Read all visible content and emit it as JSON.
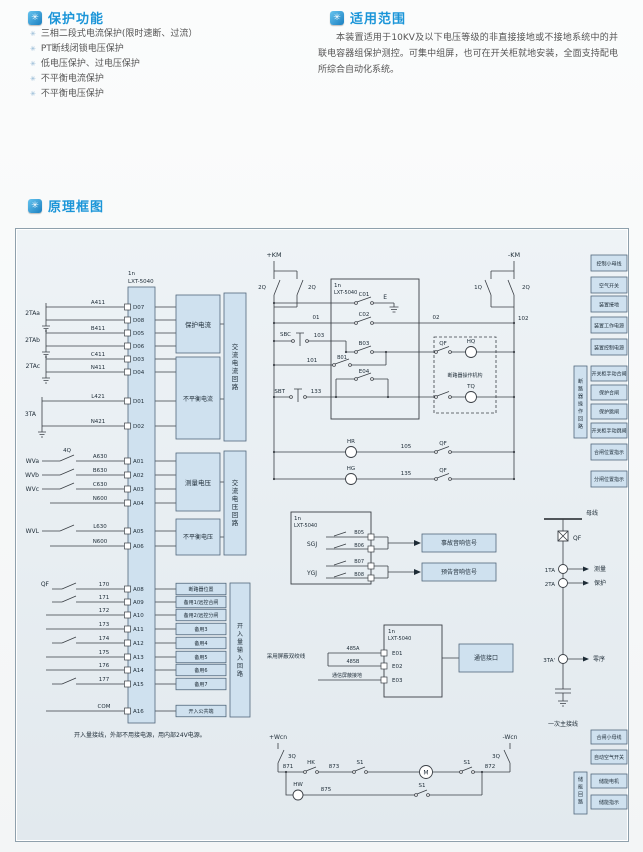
{
  "icons": {
    "section_glyph": "✳",
    "bullet_glyph": "✳"
  },
  "colors": {
    "accent": "#1b95d8",
    "block_fill": "#cfe1ef",
    "line": "#3a3f45"
  },
  "sections": {
    "protection": {
      "title": "保护功能",
      "items": [
        "三相二段式电流保护(限时速断、过流）",
        "PT断线闭锁电压保护",
        "低电压保护、过电压保护",
        "不平衡电流保护",
        "不平衡电压保护"
      ]
    },
    "scope": {
      "title": "适用范围",
      "body": "本装置适用于10KV及以下电压等级的非直接接地或不接地系统中的并联电容器组保护测控。可集中组屏，也可在开关柜就地安装，全面支持配电所综合自动化系统。"
    },
    "diagram": {
      "title": "原理框图"
    }
  },
  "diagram": {
    "device_n": "1n",
    "device_model": "LXT-5040",
    "ct": {
      "sources": [
        "2TAa",
        "2TAb",
        "2TAc",
        "3TA"
      ],
      "wires": [
        "A411",
        "B411",
        "C411",
        "N411",
        "L421",
        "N421"
      ],
      "pins": [
        "D07",
        "D08",
        "D05",
        "D06",
        "D03",
        "D04",
        "D01",
        "D02"
      ]
    },
    "vt": {
      "sources": [
        "WVa",
        "WVb",
        "WVc",
        "WVL"
      ],
      "switch": "4Q",
      "wires": [
        "A630",
        "B630",
        "C630",
        "N600",
        "L630",
        "N600"
      ],
      "pins": [
        "A01",
        "A02",
        "A03",
        "A04",
        "A05",
        "A06"
      ]
    },
    "blocks": {
      "protect_current": "保护电流",
      "unbalance_current": "不平衡电流",
      "ac_current_loop": "交流电流回路",
      "measure_voltage": "测量电压",
      "unbalance_voltage": "不平衡电压",
      "ac_voltage_loop": "交流电压回路",
      "binary_input_loop": "开入量输入回路"
    },
    "binary": {
      "qf": "QF",
      "wires": [
        "170",
        "171",
        "172",
        "173",
        "174",
        "175",
        "176",
        "177",
        "COM"
      ],
      "pins": [
        "A08",
        "A09",
        "A10",
        "A11",
        "A12",
        "A13",
        "A14",
        "A15",
        "A16"
      ],
      "labels": [
        "断路器位置",
        "备用1/远控合闸",
        "备用2/远控分闸",
        "备用3",
        "备用4",
        "备用5",
        "备用6",
        "备用7",
        "开入公共端"
      ]
    },
    "note": "开入量接线，外部不用接电源，用内部24V电源。",
    "op": {
      "km_pos": "+KM",
      "km_neg": "-KM",
      "q_l1": "2Q",
      "q_l2": "2Q",
      "q_r1": "1Q",
      "q_r2": "2Q",
      "earth": "E",
      "c01": "C01",
      "c02": "C02",
      "b03": "B03",
      "b01": "B01",
      "e04": "E04",
      "w01": "01",
      "w02": "02",
      "w101": "101",
      "w102": "102",
      "w103": "103",
      "w133": "133",
      "w105": "105",
      "w135": "135",
      "sbc": "SBC",
      "sbt": "SBT",
      "hr": "HR",
      "hg": "HG",
      "qf1": "QF",
      "qf2": "QF",
      "qf3": "QF",
      "mech": "断路器操作机构",
      "hq": "HQ",
      "tq": "TQ"
    },
    "right_labels": [
      "控制小母线",
      "空气开关",
      "装置接地",
      "装置工作电源",
      "装置控制电源",
      "开关柜手动合闸",
      "保护合闸",
      "保护跳闸",
      "开关柜手动跳闸",
      "合闸位置指示",
      "分闸位置指示"
    ],
    "op_loop": "断路器操作回路",
    "signal": {
      "sgj": "SGJ",
      "ygj": "YGJ",
      "pins": [
        "B05",
        "B06",
        "B07",
        "B08"
      ],
      "accident": "事故音响信号",
      "warning": "预告音响信号"
    },
    "comm": {
      "pins": [
        "E01",
        "E02",
        "E03"
      ],
      "w485a": "485A",
      "w485b": "485B",
      "shield": "通信屏蔽接地",
      "cable_note": "采用屏蔽双绞线",
      "port": "通信接口"
    },
    "primary": {
      "bus": "母线",
      "qf": "QF",
      "ta1": "1TA",
      "ta2": "2TA",
      "ta3": "3TA'",
      "measure": "测量",
      "protect": "保护",
      "zero": "零序",
      "note": "一次主接线"
    },
    "storage": {
      "wcn_pos": "+Wcn",
      "wcn_neg": "-Wcn",
      "q_l": "3Q",
      "q_r": "3Q",
      "w871": "871",
      "w872": "872",
      "w873": "873",
      "w875": "875",
      "hk": "HK",
      "hw": "HW",
      "s1a": "S1",
      "s1b": "S1",
      "s1c": "S1",
      "m": "M",
      "labels": [
        "合闸小母线",
        "自动空气开关",
        "储能电机",
        "储能指示"
      ],
      "loop": "储能回路"
    }
  }
}
